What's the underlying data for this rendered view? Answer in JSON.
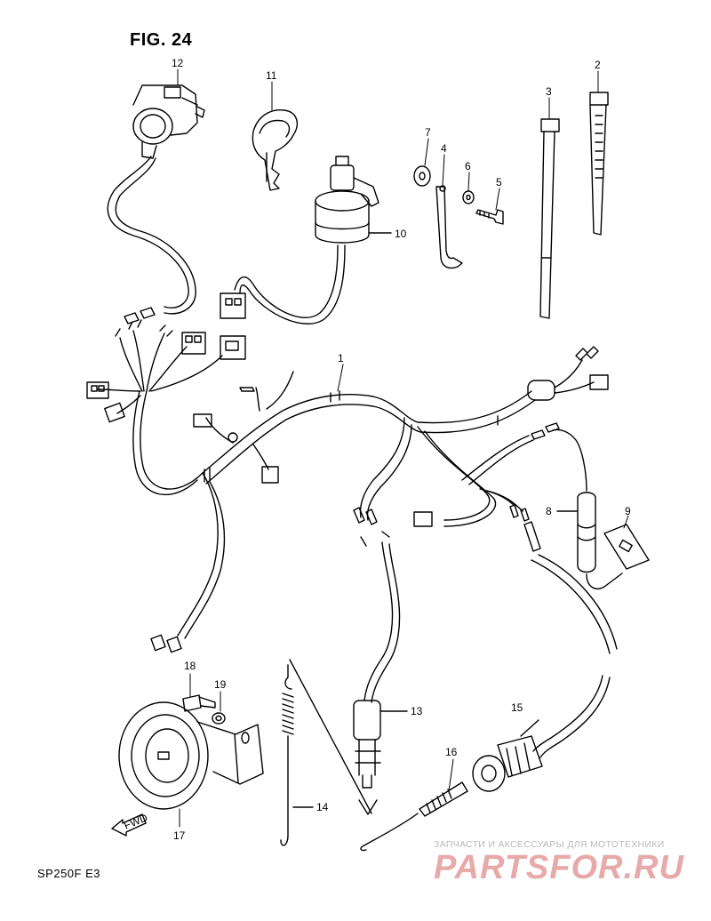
{
  "figure": {
    "title": "FIG. 24",
    "footer": "SP250F  E3"
  },
  "callouts": [
    {
      "id": "1",
      "label": "1"
    },
    {
      "id": "2",
      "label": "2"
    },
    {
      "id": "3",
      "label": "3"
    },
    {
      "id": "4",
      "label": "4"
    },
    {
      "id": "5",
      "label": "5"
    },
    {
      "id": "6",
      "label": "6"
    },
    {
      "id": "7",
      "label": "7"
    },
    {
      "id": "8",
      "label": "8"
    },
    {
      "id": "9",
      "label": "9"
    },
    {
      "id": "10",
      "label": "10"
    },
    {
      "id": "11",
      "label": "11"
    },
    {
      "id": "12",
      "label": "12"
    },
    {
      "id": "13",
      "label": "13"
    },
    {
      "id": "14",
      "label": "14"
    },
    {
      "id": "15",
      "label": "15"
    },
    {
      "id": "16",
      "label": "16"
    },
    {
      "id": "17",
      "label": "17"
    },
    {
      "id": "18",
      "label": "18"
    },
    {
      "id": "19",
      "label": "19"
    }
  ],
  "direction_marker": {
    "label": "FWD"
  },
  "watermark": {
    "subtitle": "ЗАПЧАСТИ И АКСЕССУАРЫ ДЛЯ МОТОТЕХНИКИ",
    "logo": "PARTSFOR.RU",
    "color": "#e7a9a9"
  }
}
